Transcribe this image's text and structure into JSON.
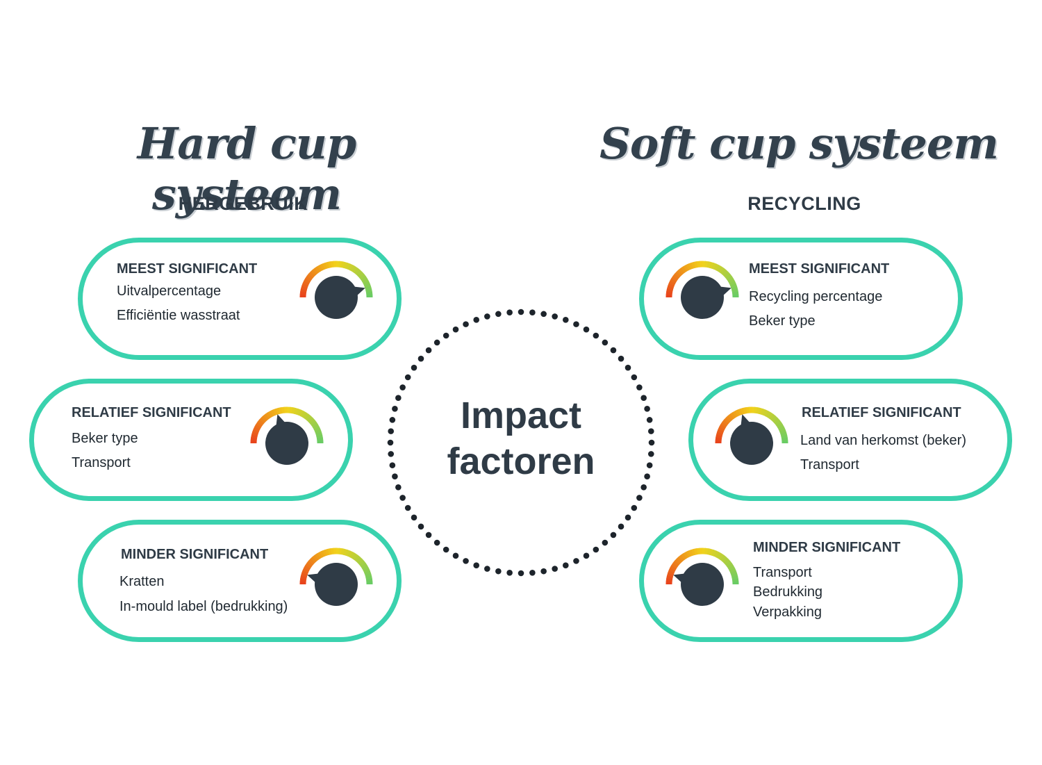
{
  "left": {
    "title": "Hard cup systeem",
    "subtitle": "HERGEBRUIK",
    "levels": [
      {
        "label": "MEEST SIGNIFICANT",
        "items": [
          "Uitvalpercentage",
          "Efficiëntie wasstraat"
        ],
        "level": 0.9
      },
      {
        "label": "RELATIEF SIGNIFICANT",
        "items": [
          "Beker type",
          "Transport"
        ],
        "level": 0.4
      },
      {
        "label": "MINDER SIGNIFICANT",
        "items": [
          "Kratten",
          "In-mould label (bedrukking)"
        ],
        "level": 0.1
      }
    ]
  },
  "right": {
    "title": "Soft cup systeem",
    "subtitle": "RECYCLING",
    "levels": [
      {
        "label": "MEEST SIGNIFICANT",
        "items": [
          "Recycling percentage",
          "Beker type"
        ],
        "level": 0.9
      },
      {
        "label": "RELATIEF SIGNIFICANT",
        "items": [
          "Land van herkomst (beker)",
          "Transport"
        ],
        "level": 0.4
      },
      {
        "label": "MINDER SIGNIFICANT",
        "items": [
          "Transport",
          "Bedrukking",
          "Verpakking"
        ],
        "level": 0.1
      }
    ]
  },
  "center": {
    "line1": "Impact",
    "line2": "factoren"
  },
  "colors": {
    "accent": "#3ad2ae",
    "text": "#2f3b46",
    "knob": "#2f3b46",
    "gauge_low": "#e8401c",
    "gauge_mid": "#f2d21b",
    "gauge_high": "#66cc66"
  }
}
